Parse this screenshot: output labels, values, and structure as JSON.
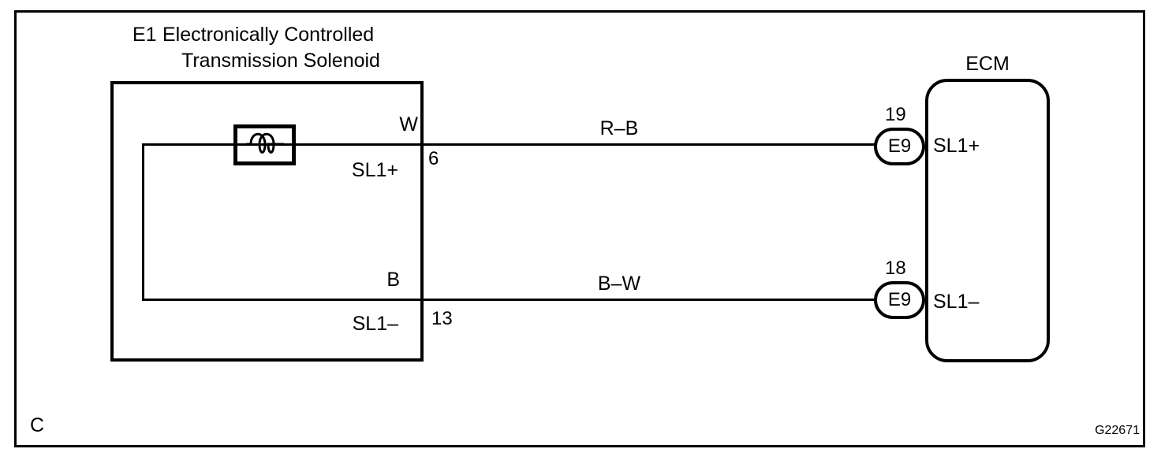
{
  "diagram": {
    "corner_label": "C",
    "figure_code": "G22671",
    "line_color": "#000000",
    "background_color": "#ffffff"
  },
  "solenoid": {
    "ref": "E1",
    "title_line1": "Electronically Controlled",
    "title_line2": "Transmission Solenoid",
    "coil_icon": "solenoid-coil-icon",
    "top_terminal": {
      "wire_color_code": "W",
      "pin": "6",
      "signal": "SL1+"
    },
    "bottom_terminal": {
      "wire_color_code": "B",
      "pin": "13",
      "signal": "SL1–"
    }
  },
  "wires": {
    "top": {
      "label": "R–B"
    },
    "bottom": {
      "label": "B–W"
    }
  },
  "ecm": {
    "title": "ECM",
    "top_connector": {
      "pin": "19",
      "code": "E9",
      "signal": "SL1+"
    },
    "bottom_connector": {
      "pin": "18",
      "code": "E9",
      "signal": "SL1–"
    }
  }
}
